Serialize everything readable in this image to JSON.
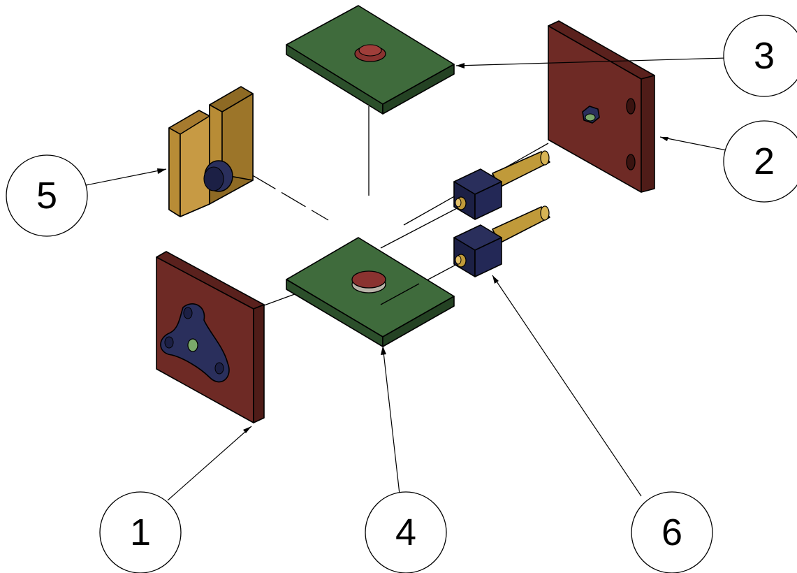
{
  "diagram": {
    "balloons": [
      {
        "id": "1",
        "label": "1"
      },
      {
        "id": "2",
        "label": "2"
      },
      {
        "id": "3",
        "label": "3"
      },
      {
        "id": "4",
        "label": "4"
      },
      {
        "id": "5",
        "label": "5"
      },
      {
        "id": "6",
        "label": "6"
      }
    ],
    "colors": {
      "green_plate_top": "#3f6b3c",
      "green_plate_side": "#2c4f2b",
      "red_plate_face": "#6e2a25",
      "red_plate_side": "#4f1c18",
      "red_button": "#8a3330",
      "grey_button": "#b9b4a8",
      "navy_block": "#2a2f5c",
      "navy_block_dark": "#1c2045",
      "brass_rod": "#c09a3a",
      "brass_rod_dark": "#8d6d20",
      "gold_clip": "#b88c36",
      "gold_clip_dark": "#8e6a24",
      "fitting_green": "#7aa86a"
    }
  }
}
